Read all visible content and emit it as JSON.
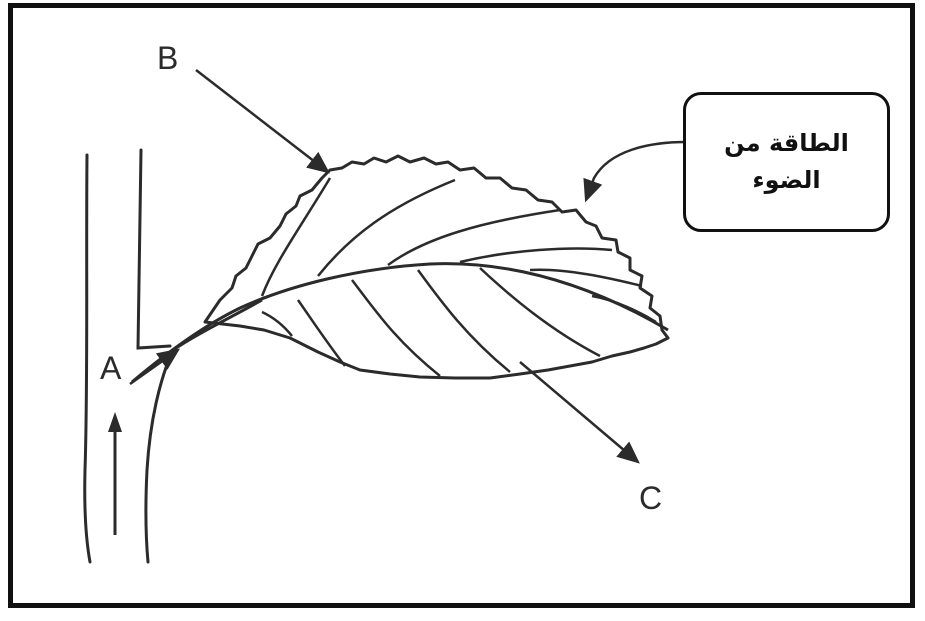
{
  "labels": {
    "a": "A",
    "b": "B",
    "c": "C"
  },
  "callout": {
    "line1": "الطاقة من",
    "line2": "الضوء"
  },
  "colors": {
    "ink": "#2b2b2b",
    "border": "#111111",
    "background": "#ffffff"
  }
}
